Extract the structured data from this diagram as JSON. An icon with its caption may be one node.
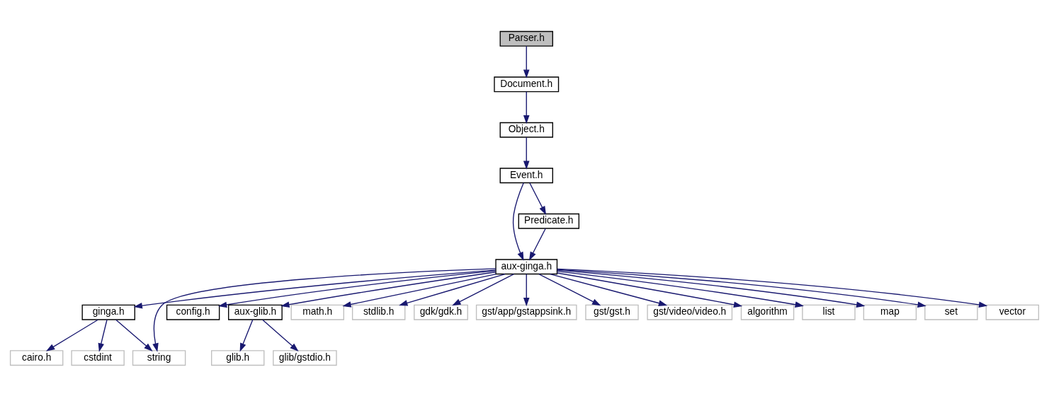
{
  "diagram": {
    "nodes": [
      {
        "text": [
          "Parser.h"
        ]
      },
      {
        "text": [
          "Document.h"
        ]
      },
      {
        "text": [
          "Object.h"
        ]
      },
      {
        "text": [
          "Event.h"
        ]
      },
      {
        "text": [
          "Predicate.h"
        ]
      },
      {
        "text": [
          "aux-ginga.h"
        ]
      },
      {
        "text": [
          "ginga.h"
        ]
      },
      {
        "text": [
          "config.h"
        ]
      },
      {
        "text": [
          "aux-glib.h"
        ]
      },
      {
        "text": [
          "math.h"
        ]
      },
      {
        "text": [
          "stdlib.h"
        ]
      },
      {
        "text": [
          "gdk/gdk.h"
        ]
      },
      {
        "text": [
          "gst/app/gstappsink.h"
        ]
      },
      {
        "text": [
          "gst/gst.h"
        ]
      },
      {
        "text": [
          "gst/video/video.h"
        ]
      },
      {
        "text": [
          "algorithm"
        ]
      },
      {
        "text": [
          "list"
        ]
      },
      {
        "text": [
          "map"
        ]
      },
      {
        "text": [
          "set"
        ]
      },
      {
        "text": [
          "vector"
        ]
      },
      {
        "text": [
          "cairo.h"
        ]
      },
      {
        "text": [
          "cstdint"
        ]
      },
      {
        "text": [
          "string"
        ]
      },
      {
        "text": [
          "glib.h"
        ]
      },
      {
        "text": [
          "glib/gstdio.h"
        ]
      }
    ],
    "edges": [
      {
        "from": 0,
        "to": 1,
        "arrow": "to"
      },
      {
        "from": 1,
        "to": 2,
        "arrow": "to"
      },
      {
        "from": 2,
        "to": 3,
        "arrow": "to"
      },
      {
        "from": 3,
        "to": 5,
        "arrow": "to"
      },
      {
        "from": 3,
        "to": 4,
        "arrow": "to"
      },
      {
        "from": 4,
        "to": 5,
        "arrow": "to"
      },
      {
        "from": 5,
        "to": 6,
        "arrow": "to"
      },
      {
        "from": 5,
        "to": 22,
        "arrow": "to"
      },
      {
        "from": 5,
        "to": 7,
        "arrow": "to"
      },
      {
        "from": 5,
        "to": 8,
        "arrow": "to"
      },
      {
        "from": 5,
        "to": 9,
        "arrow": "to"
      },
      {
        "from": 5,
        "to": 10,
        "arrow": "to"
      },
      {
        "from": 5,
        "to": 11,
        "arrow": "to"
      },
      {
        "from": 5,
        "to": 12,
        "arrow": "to"
      },
      {
        "from": 5,
        "to": 13,
        "arrow": "to"
      },
      {
        "from": 5,
        "to": 14,
        "arrow": "to"
      },
      {
        "from": 5,
        "to": 15,
        "arrow": "to"
      },
      {
        "from": 5,
        "to": 16,
        "arrow": "to"
      },
      {
        "from": 5,
        "to": 17,
        "arrow": "to"
      },
      {
        "from": 5,
        "to": 18,
        "arrow": "to"
      },
      {
        "from": 5,
        "to": 19,
        "arrow": "to"
      },
      {
        "from": 6,
        "to": 20,
        "arrow": "to"
      },
      {
        "from": 6,
        "to": 21,
        "arrow": "to"
      },
      {
        "from": 6,
        "to": 22,
        "arrow": "to"
      },
      {
        "from": 8,
        "to": 23,
        "arrow": "to"
      },
      {
        "from": 8,
        "to": 24,
        "arrow": "to"
      }
    ]
  }
}
